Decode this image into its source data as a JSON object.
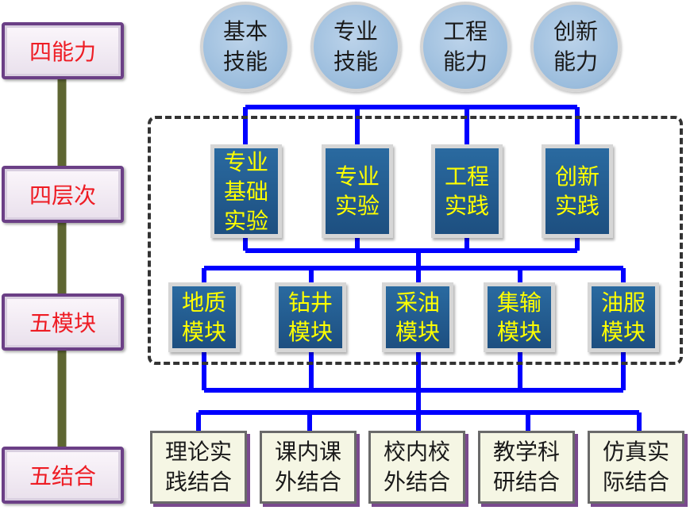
{
  "left_labels": [
    "四能力",
    "四层次",
    "五模块",
    "五结合"
  ],
  "abilities": [
    "基本\n技能",
    "专业\n技能",
    "工程\n能力",
    "创新\n能力"
  ],
  "levels": [
    "专业\n基础\n实验",
    "专业\n实验",
    "工程\n实践",
    "创新\n实践"
  ],
  "modules": [
    "地质\n模块",
    "钻井\n模块",
    "采油\n模块",
    "集输\n模块",
    "油服\n模块"
  ],
  "combinations": [
    "理论实\n践结合",
    "课内课\n外结合",
    "校内校\n外结合",
    "教学科\n研结合",
    "仿真实\n际结合"
  ],
  "colors": {
    "label_text": "#ee1c24",
    "label_border": "#6b3f86",
    "connector_blue": "#0000ff",
    "spine_green": "#5e6632",
    "module_text": "#ffff00"
  }
}
